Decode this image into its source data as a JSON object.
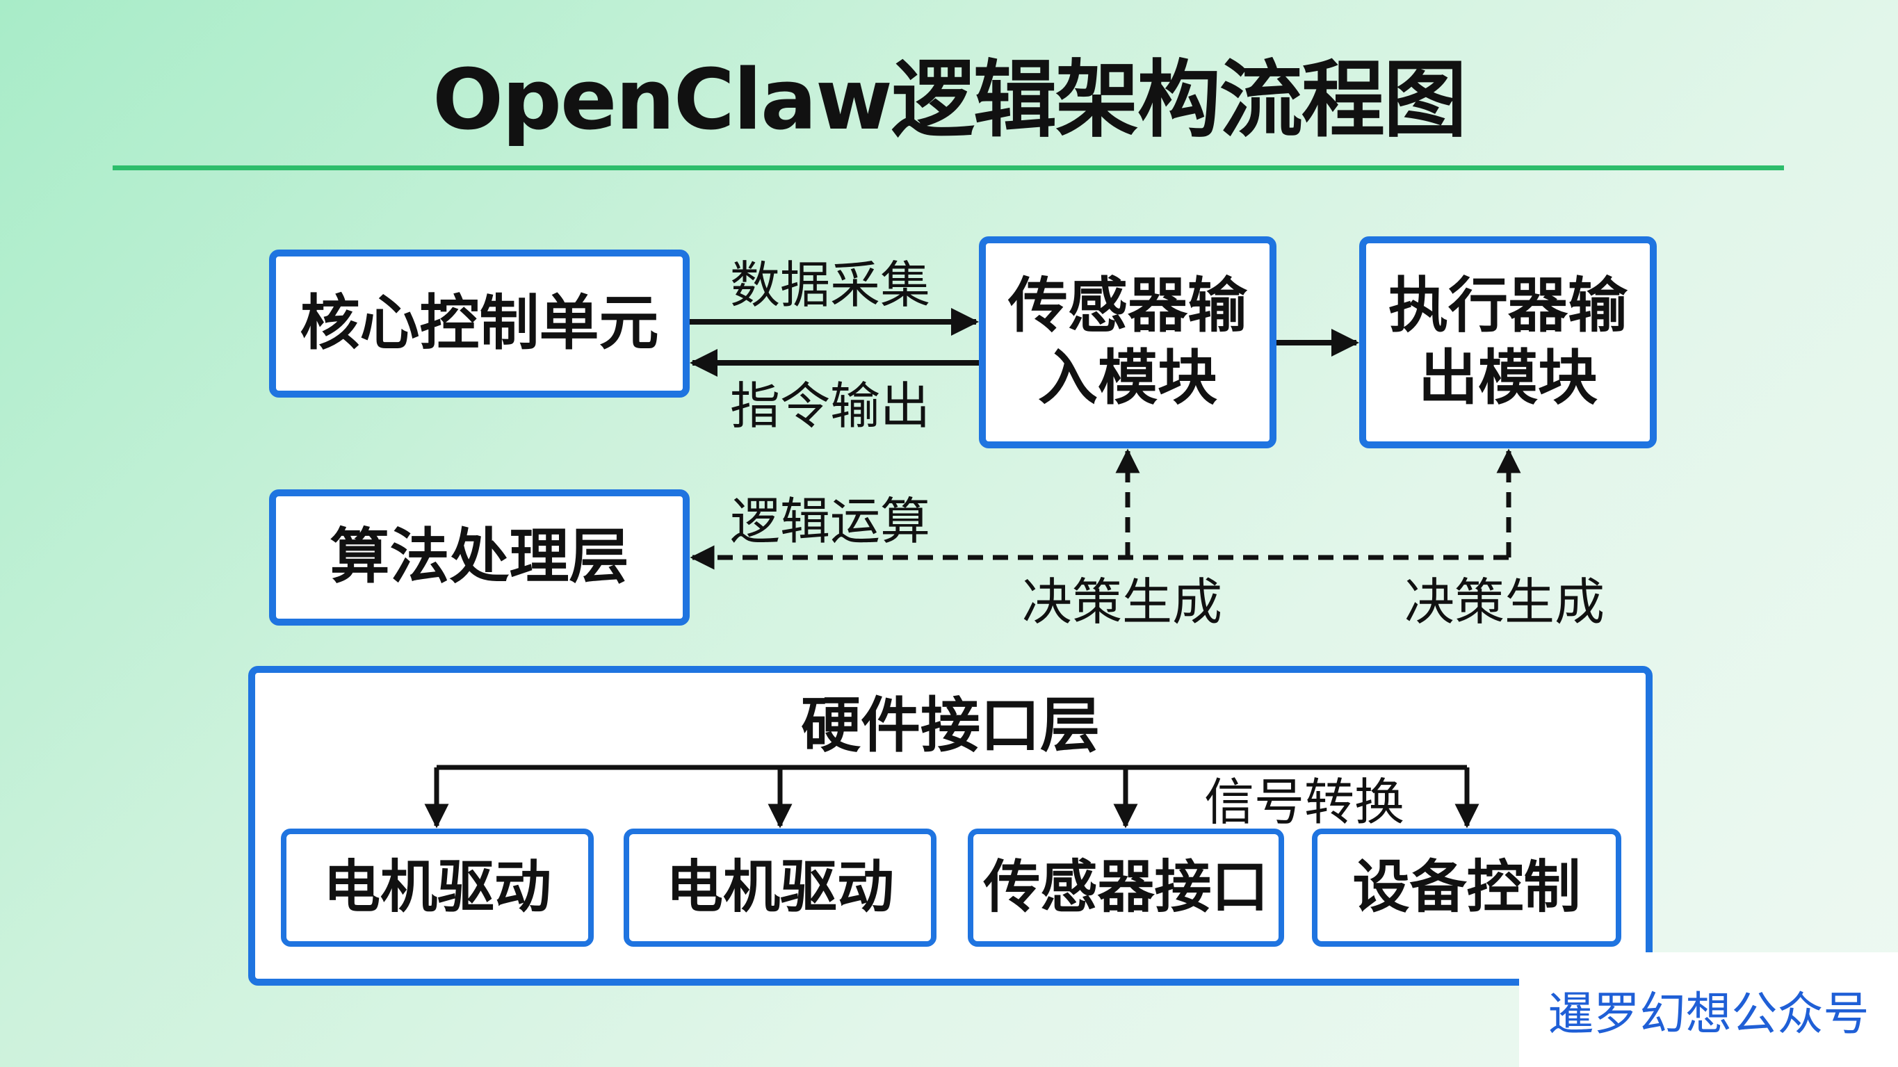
{
  "title": "OpenClaw逻辑架构流程图",
  "nodes": {
    "core": "核心控制单元",
    "sensor_in": "传感器输入模块",
    "exec_out": "执行器输出模块",
    "algo": "算法处理层",
    "hw_layer": "硬件接口层",
    "motor1": "电机驱动",
    "motor2": "电机驱动",
    "sensor_if": "传感器接口",
    "device": "设备控制"
  },
  "edge_labels": {
    "data_collect": "数据采集",
    "cmd_output": "指令输出",
    "logic_op": "逻辑运算",
    "decision1": "决策生成",
    "decision2": "决策生成",
    "signal_convert": "信号转换"
  },
  "watermark": "暹罗幻想公众号",
  "colors": {
    "box_border": "#1f74e0",
    "rule": "#2dbd6b",
    "watermark": "#1f5fd6",
    "arrow": "#111111"
  }
}
